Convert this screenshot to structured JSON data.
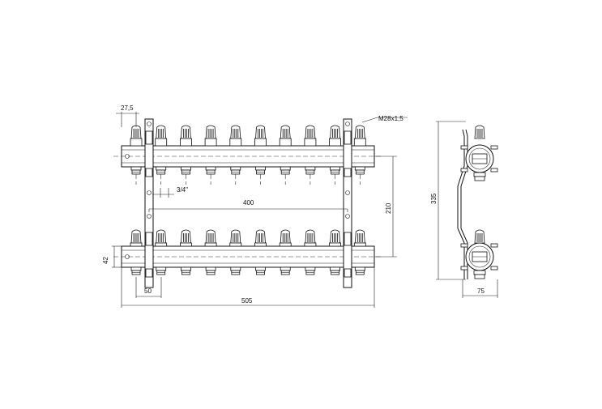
{
  "dimensions": {
    "top_offset": "27,5",
    "thread": "M28x1,5",
    "pipe_thread": "3/4\"",
    "bracket_spacing": "400",
    "bar_spacing": "210",
    "height": "335",
    "bar_height": "42",
    "outlet_spacing": "50",
    "total_length": "505",
    "depth": "75"
  },
  "outlets_per_bar": 10
}
